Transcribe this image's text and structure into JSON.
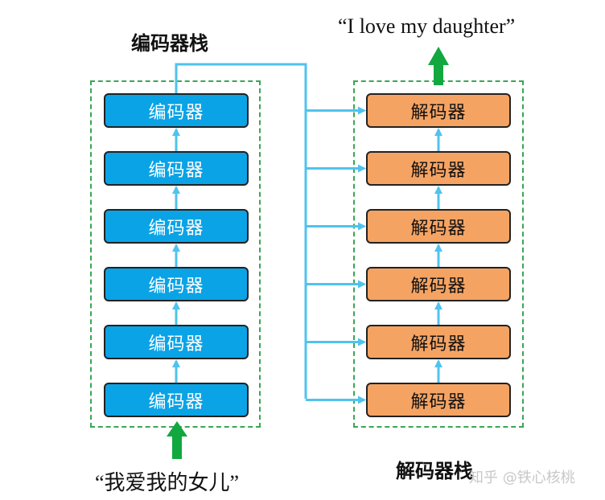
{
  "encoder_stack": {
    "title": "编码器栈",
    "block_label": "编码器",
    "count": 6,
    "color": "#0aa3e6"
  },
  "decoder_stack": {
    "title": "解码器栈",
    "block_label": "解码器",
    "count": 6,
    "color": "#f5a363"
  },
  "input_text": "“我爱我的女儿”",
  "output_text": "“I love my daughter”",
  "watermark": "知乎 @铁心核桃",
  "colors": {
    "connector": "#4fc3ee",
    "io_arrow": "#11a83f",
    "frame": "#3aa655"
  }
}
